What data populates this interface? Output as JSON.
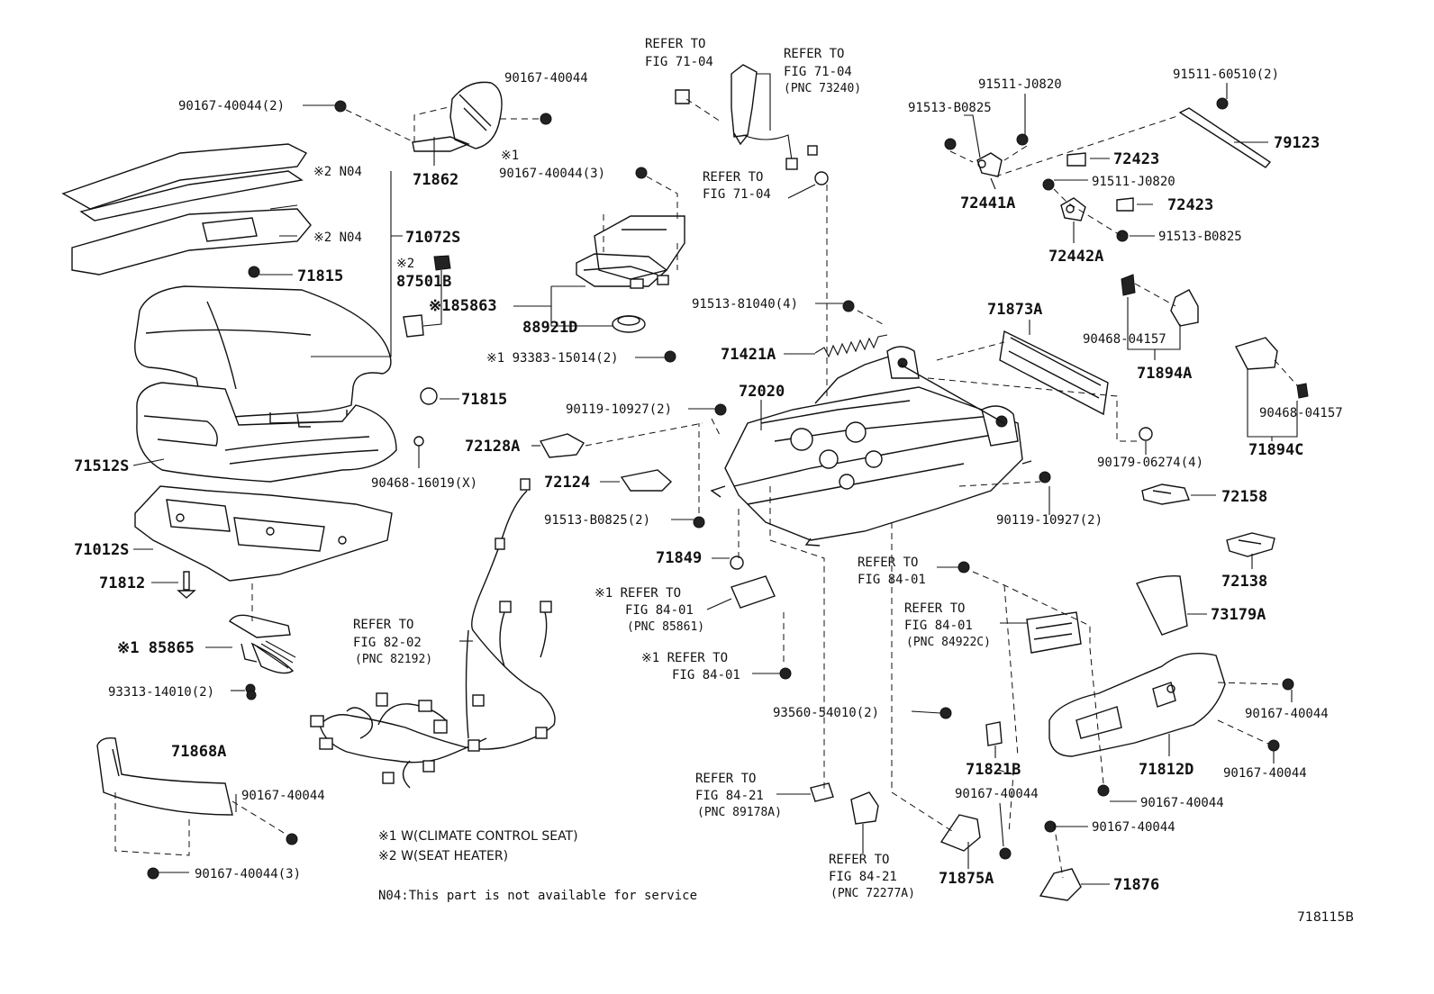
{
  "labels": {
    "l_90167_40044_2": "90167-40044(2)",
    "l_90167_40044_a": "90167-40044",
    "l_71862": "71862",
    "l_x1_a": "※1",
    "l_90167_40044_3": "90167-40044(3)",
    "l_x2_n04_a": "※2 N04",
    "l_x2_n04_b": "※2 N04",
    "l_71072s": "71072S",
    "l_x2_b": "※2",
    "l_87501b": "87501B",
    "l_71815_a": "71815",
    "l_x1_85863": "※185863",
    "l_88921d": "88921D",
    "l_x1_93383": "※1 93383-15014(2)",
    "l_71815_b": "71815",
    "l_90468_16019": "90468-16019(X)",
    "l_71512s": "71512S",
    "l_71012s": "71012S",
    "l_71812": "71812",
    "l_x1_85865": "※1 85865",
    "l_93313": "93313-14010(2)",
    "l_71868a": "71868A",
    "l_90167_40044_b": "90167-40044",
    "l_90167_40044_3b": "90167-40044(3)",
    "l_refer_82_02_a": "REFER TO",
    "l_refer_82_02_b": "FIG 82-02",
    "l_refer_82_02_c": "(PNC 82192)",
    "l_refer_71_04_a1": "REFER TO",
    "l_refer_71_04_a2": "FIG 71-04",
    "l_refer_71_04_b1": "REFER TO",
    "l_refer_71_04_b2": "FIG 71-04",
    "l_refer_71_04_b3": "(PNC 73240)",
    "l_refer_71_04_c1": "REFER TO",
    "l_refer_71_04_c2": "FIG 71-04",
    "l_91513_81040": "91513-81040(4)",
    "l_71421a": "71421A",
    "l_72020": "72020",
    "l_90119_10927_a": "90119-10927(2)",
    "l_72128a": "72128A",
    "l_72124": "72124",
    "l_91513_b0825_2": "91513-B0825(2)",
    "l_71849": "71849",
    "l_x1_refer_84_01_a1": "※1 REFER TO",
    "l_x1_refer_84_01_a2": "FIG 84-01",
    "l_x1_refer_84_01_a3": "(PNC 85861)",
    "l_x1_refer_84_01_b1": "※1 REFER TO",
    "l_x1_refer_84_01_b2": "FIG 84-01",
    "l_93560": "93560-54010(2)",
    "l_71821b": "71821B",
    "l_refer_84_21_a1": "REFER TO",
    "l_refer_84_21_a2": "FIG 84-21",
    "l_refer_84_21_a3": "(PNC 89178A)",
    "l_refer_84_21_b1": "REFER TO",
    "l_refer_84_21_b2": "FIG 84-21",
    "l_refer_84_21_b3": "(PNC 72277A)",
    "l_90167_40044_c": "90167-40044",
    "l_71875a": "71875A",
    "l_91511_j0820_a": "91511-J0820",
    "l_91513_b0825_a": "91513-B0825",
    "l_72441a": "72441A",
    "l_72423_a": "72423",
    "l_91511_j0820_b": "91511-J0820",
    "l_72423_b": "72423",
    "l_72442a": "72442A",
    "l_91513_b0825_b": "91513-B0825",
    "l_91511_60510": "91511-60510(2)",
    "l_79123": "79123",
    "l_71873a": "71873A",
    "l_90468_04157_a": "90468-04157",
    "l_71894a": "71894A",
    "l_90468_04157_b": "90468-04157",
    "l_71894c": "71894C",
    "l_90179": "90179-06274(4)",
    "l_90119_10927_b": "90119-10927(2)",
    "l_72158": "72158",
    "l_72138": "72138",
    "l_refer_84_01_c1": "REFER TO",
    "l_refer_84_01_c2": "FIG 84-01",
    "l_refer_84_01_d1": "REFER TO",
    "l_refer_84_01_d2": "FIG 84-01",
    "l_refer_84_01_d3": "(PNC 84922C)",
    "l_73179a": "73179A",
    "l_90167_40044_d": "90167-40044",
    "l_90167_40044_e": "90167-40044",
    "l_71812d": "71812D",
    "l_90167_40044_f": "90167-40044",
    "l_90167_40044_g": "90167-40044",
    "l_71876": "71876"
  },
  "notes": {
    "note1": "※1 W(CLIMATE CONTROL SEAT)",
    "note2": "※2 W(SEAT HEATER)",
    "note3": "N04:This part is not available for service"
  },
  "figure_id": "718115B"
}
